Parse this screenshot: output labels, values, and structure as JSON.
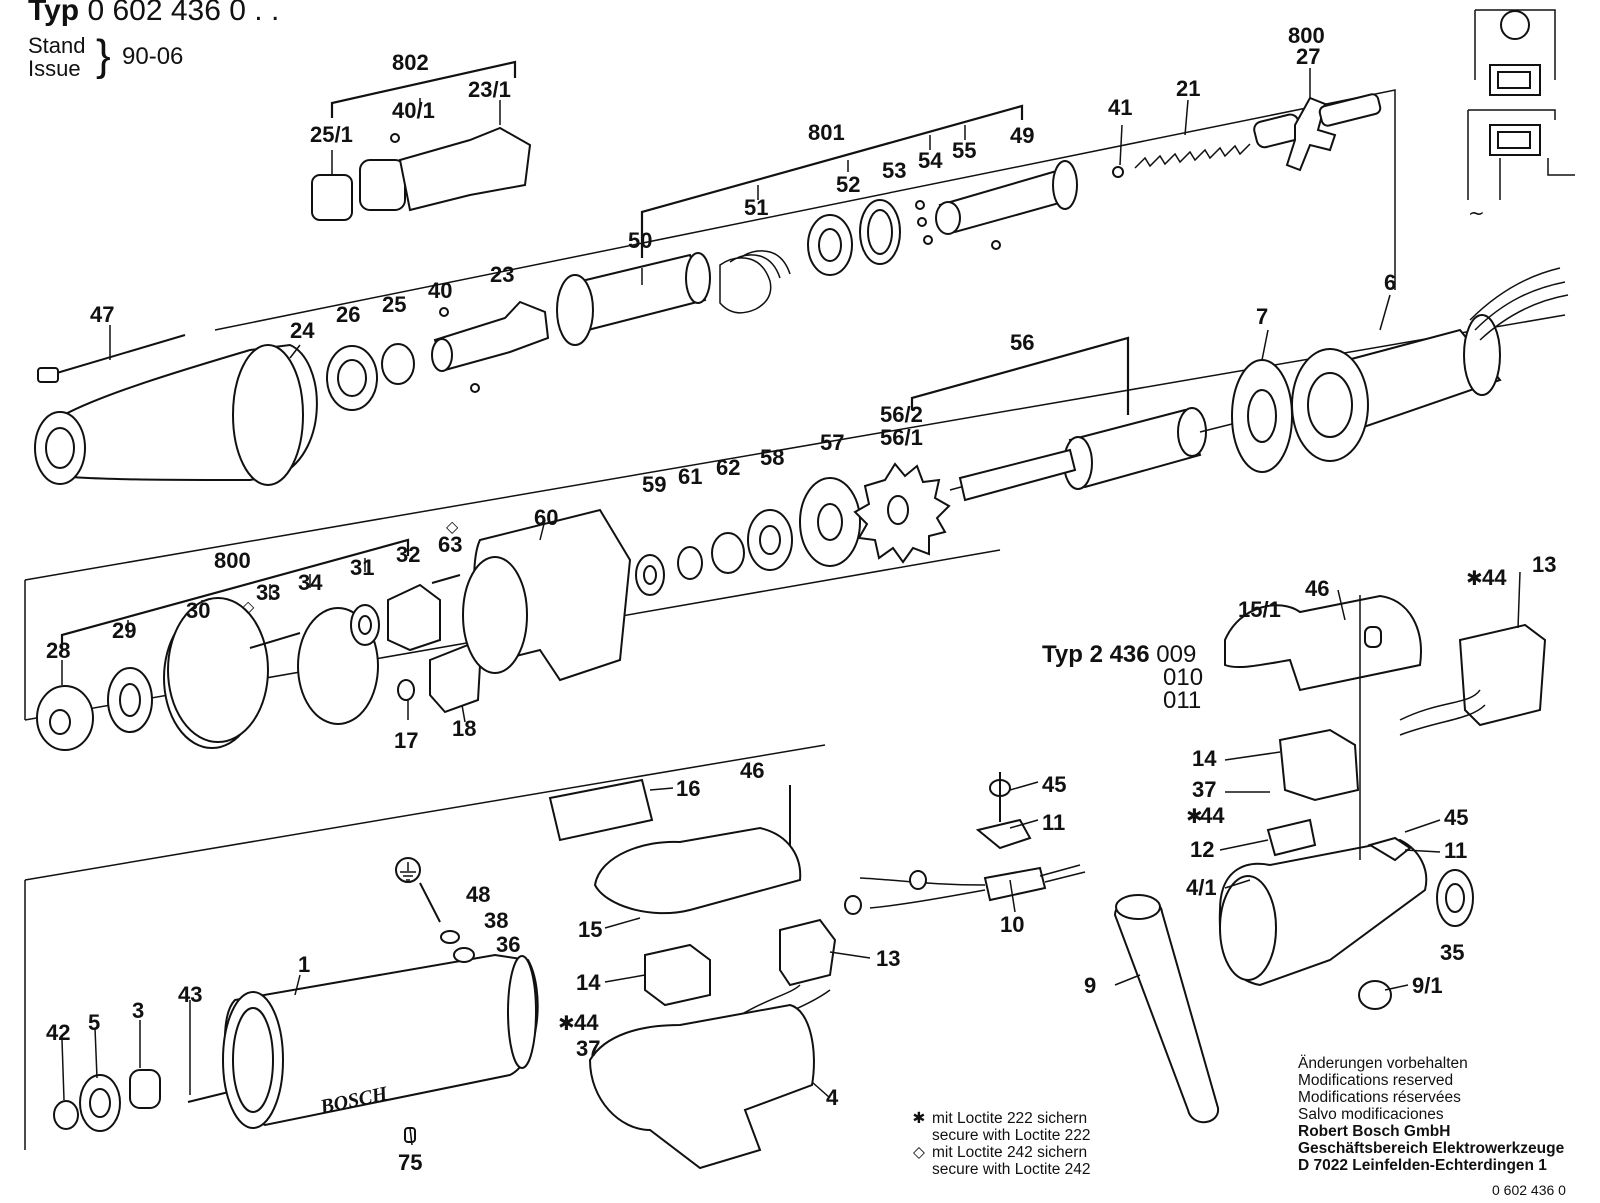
{
  "header": {
    "typ_prefix": "Typ",
    "typ_number": "0 602 436 0 . .",
    "stand_label": "Stand",
    "issue_label": "Issue",
    "brace": "}",
    "stand_value": "90-06"
  },
  "variant": {
    "typ_prefix": "Typ",
    "typ_number": "2 436",
    "codes": [
      "009",
      "010",
      "011"
    ]
  },
  "legend": {
    "items": [
      {
        "symbol": "✱",
        "lines": [
          "mit Loctite 222 sichern",
          "secure with Loctite 222"
        ]
      },
      {
        "symbol": "◇",
        "lines": [
          "mit Loctite 242 sichern",
          "secure with Loctite 242"
        ]
      }
    ]
  },
  "notes": {
    "lines": [
      "Änderungen vorbehalten",
      "Modifications reserved",
      "Modifications réservées",
      "Salvo modificaciones"
    ],
    "company_lines": [
      "Robert Bosch GmbH",
      "Geschäftsbereich Elektrowerkzeuge",
      "D 7022 Leinfelden-Echterdingen 1"
    ]
  },
  "doc_code": "0 602 436 0",
  "brand_lettering": "BOSCH",
  "labels": {
    "p802": "802",
    "p25_1": "25/1",
    "p40_1": "40/1",
    "p23_1": "23/1",
    "p801": "801",
    "p50": "50",
    "p51": "51",
    "p52": "52",
    "p53": "53",
    "p54": "54",
    "p55": "55",
    "p49": "49",
    "p41": "41",
    "p21": "21",
    "p800a": "800",
    "p27": "27",
    "p47": "47",
    "p24": "24",
    "p26": "26",
    "p25": "25",
    "p40": "40",
    "p23": "23",
    "p56": "56",
    "p56_2": "56/2",
    "p56_1": "56/1",
    "p7": "7",
    "p6": "6",
    "p800b": "800",
    "p28": "28",
    "p29": "29",
    "p30": "30",
    "p33": "33",
    "p34": "34",
    "p31": "31",
    "p32": "32",
    "p63": "63",
    "p17": "17",
    "p18": "18",
    "p60": "60",
    "p59": "59",
    "p61": "61",
    "p62": "62",
    "p58": "58",
    "p57": "57",
    "p46a": "46",
    "p15_1": "15/1",
    "p44a": "44",
    "p13a": "13",
    "p14a": "14",
    "p37a": "37",
    "p44b": "44",
    "p12": "12",
    "p45b": "45",
    "p11b": "11",
    "p4_1": "4/1",
    "p35": "35",
    "p9_1": "9/1",
    "p9": "9",
    "p16": "16",
    "p46b": "46",
    "p45a": "45",
    "p11a": "11",
    "p10": "10",
    "p48": "48",
    "p38": "38",
    "p36": "36",
    "p1": "1",
    "p43": "43",
    "p3": "3",
    "p5": "5",
    "p42": "42",
    "p75": "75",
    "p15": "15",
    "p14b": "14",
    "p44c": "44",
    "p37b": "37",
    "p13b": "13",
    "p4": "4"
  },
  "icons": [
    "earth-ground-icon",
    "schematic-icon",
    "star-icon",
    "diamond-icon"
  ]
}
